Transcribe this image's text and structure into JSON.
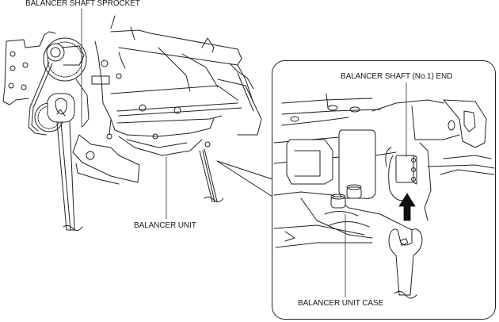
{
  "diagram": {
    "title": "Balancer unit removal illustration",
    "labels": {
      "balancer_shaft_sprocket": "BALANCER SHAFT SPROCKET",
      "balancer_unit": "BALANCER UNIT",
      "balancer_shaft_no1_end": "BALANCER SHAFT (No.1) END",
      "balancer_unit_case": "BALANCER UNIT CASE"
    },
    "colors": {
      "line": "#222222",
      "background": "#ffffff",
      "arrow": "#111111"
    }
  }
}
